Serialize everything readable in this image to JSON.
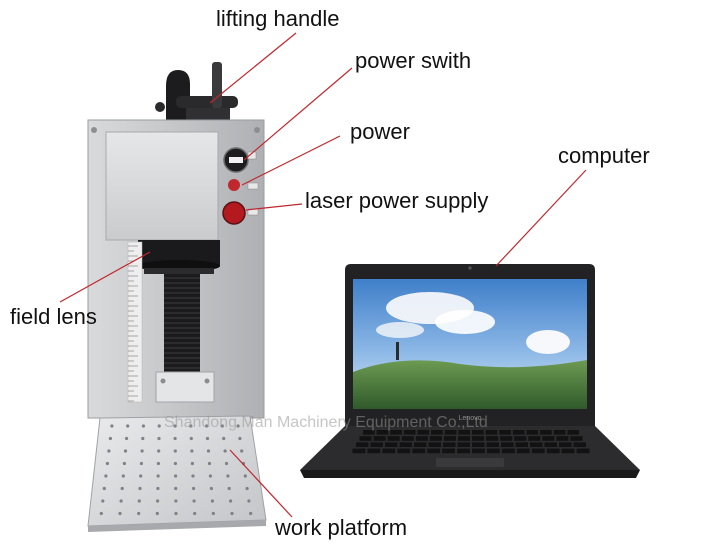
{
  "labels": {
    "lifting_handle": "lifting handle",
    "power_switch": "power swith",
    "power": "power",
    "laser_power_supply": "laser power supply",
    "computer": "computer",
    "field_lens": "field lens",
    "work_platform": "work platform"
  },
  "watermark": "Shandong Man Machinery Equipment Co.,Ltd",
  "laptop_brand": "Lenovo",
  "colors": {
    "leader_line": "#c0272d",
    "machine_body": "#c8c9cb",
    "laptop_body": "#2a2a2c"
  }
}
